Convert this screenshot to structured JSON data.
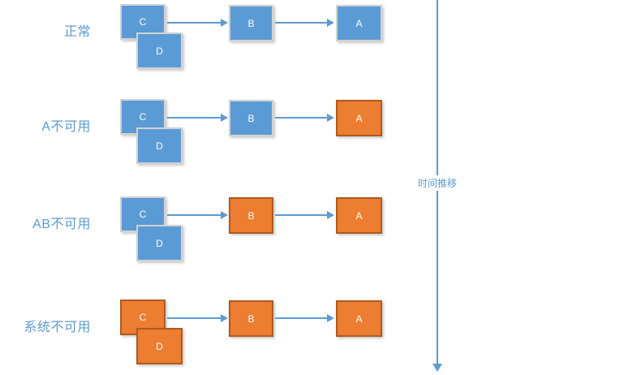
{
  "colors": {
    "normal_fill": "#5B9BD5",
    "unavailable_fill": "#ED7D31",
    "normal_border": "#D2D2D2",
    "unavailable_border": "#AE5A21",
    "arrow": "#5B9BD5",
    "label_text": "#5B9BD5",
    "node_text": "#FFFFFF"
  },
  "timeline": {
    "label": "时间推移"
  },
  "rows": [
    {
      "label": "正常",
      "nodes": {
        "c": {
          "id": "C",
          "state": "normal"
        },
        "d": {
          "id": "D",
          "state": "normal"
        },
        "b": {
          "id": "B",
          "state": "normal"
        },
        "a": {
          "id": "A",
          "state": "normal"
        }
      }
    },
    {
      "label": "A不可用",
      "nodes": {
        "c": {
          "id": "C",
          "state": "normal"
        },
        "d": {
          "id": "D",
          "state": "normal"
        },
        "b": {
          "id": "B",
          "state": "normal"
        },
        "a": {
          "id": "A",
          "state": "unavailable"
        }
      }
    },
    {
      "label": "AB不可用",
      "nodes": {
        "c": {
          "id": "C",
          "state": "normal"
        },
        "d": {
          "id": "D",
          "state": "normal"
        },
        "b": {
          "id": "B",
          "state": "unavailable"
        },
        "a": {
          "id": "A",
          "state": "unavailable"
        }
      }
    },
    {
      "label": "系统不可用",
      "nodes": {
        "c": {
          "id": "C",
          "state": "unavailable"
        },
        "d": {
          "id": "D",
          "state": "unavailable"
        },
        "b": {
          "id": "B",
          "state": "unavailable"
        },
        "a": {
          "id": "A",
          "state": "unavailable"
        }
      }
    }
  ]
}
